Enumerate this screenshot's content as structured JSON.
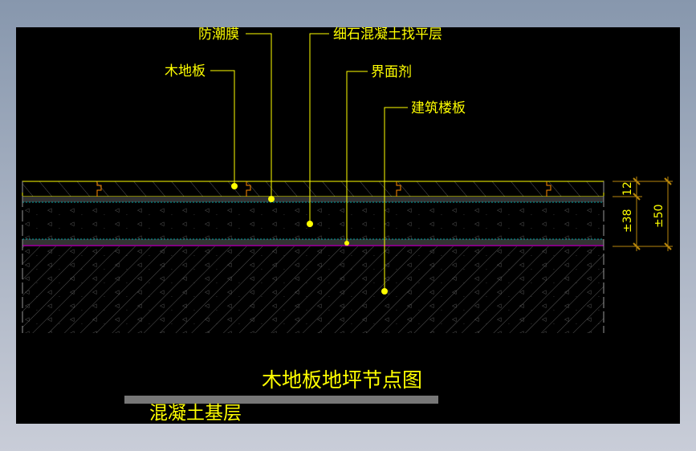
{
  "labels": {
    "membrane": "防潮膜",
    "screed": "细石混凝土找平层",
    "wood_floor": "木地板",
    "interface_agent": "界面剂",
    "slab": "建筑楼板"
  },
  "dimensions": {
    "wood": "12",
    "screed": "±38",
    "total": "±50"
  },
  "title": "木地板地坪节点图",
  "subtitle": "混凝土基层",
  "colors": {
    "background": "#000000",
    "annotation": "#ffff00",
    "dimension": "#b8860b",
    "membrane": "#00a0a0",
    "interface": "#ff00ff",
    "joint": "#ff8c00"
  }
}
